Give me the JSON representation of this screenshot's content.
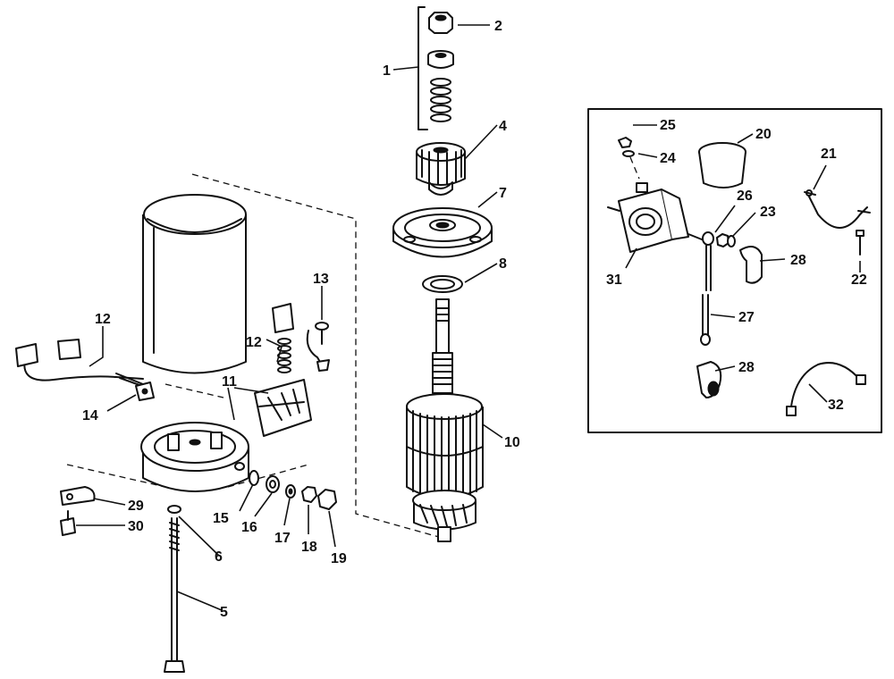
{
  "callouts": {
    "c1": "1",
    "c2": "2",
    "c4": "4",
    "c5": "5",
    "c6": "6",
    "c7": "7",
    "c8": "8",
    "c10": "10",
    "c11": "11",
    "c12a": "12",
    "c12b": "12",
    "c13": "13",
    "c14": "14",
    "c15": "15",
    "c16": "16",
    "c17": "17",
    "c18": "18",
    "c19": "19",
    "c20": "20",
    "c21": "21",
    "c22": "22",
    "c23": "23",
    "c24": "24",
    "c25": "25",
    "c26": "26",
    "c27": "27",
    "c28a": "28",
    "c28b": "28",
    "c29": "29",
    "c30": "30",
    "c31": "31",
    "c32": "32"
  }
}
